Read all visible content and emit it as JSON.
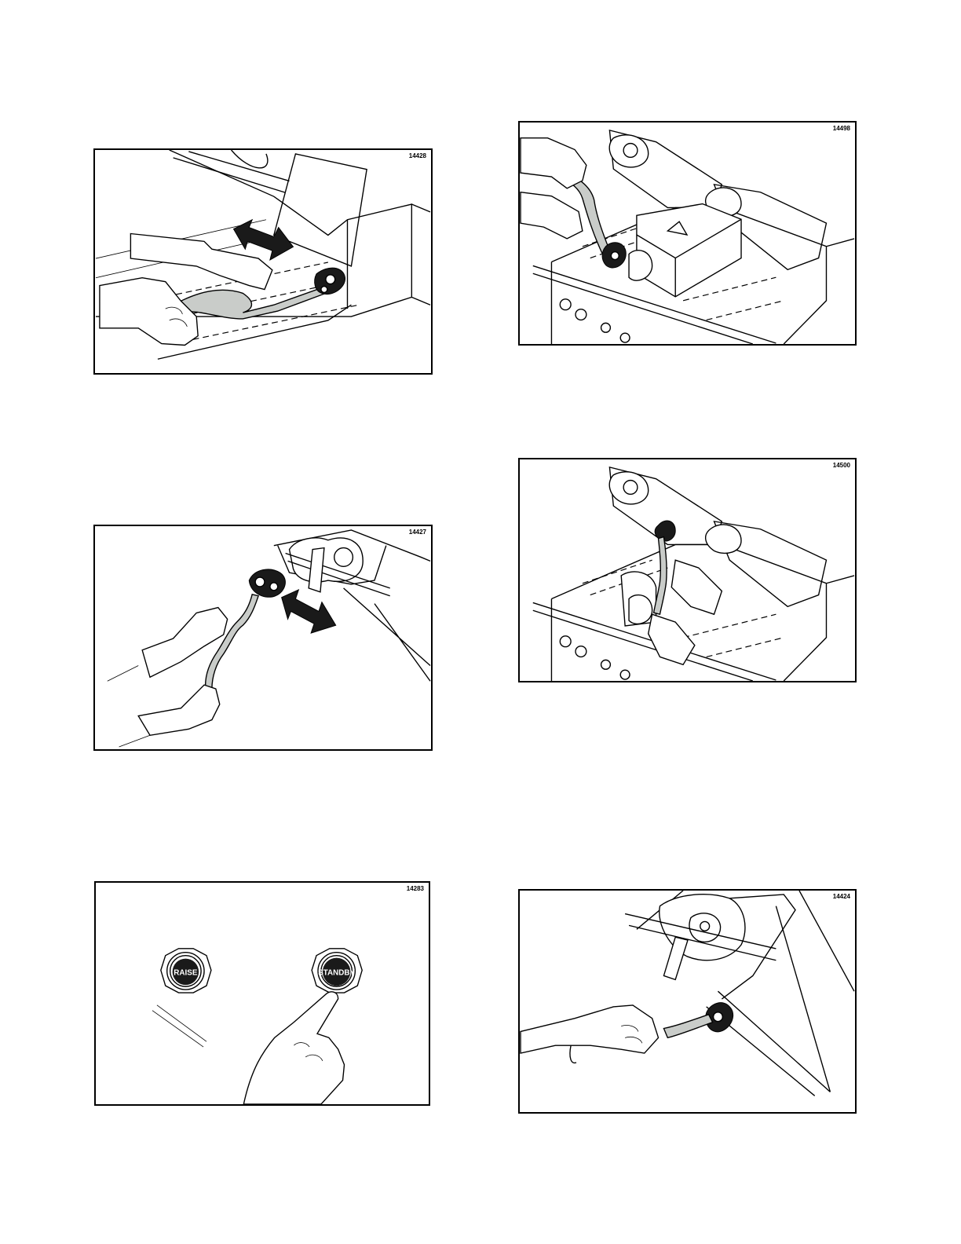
{
  "figures": [
    {
      "id": "14428",
      "subject": "tool-wrench-hands-arrow"
    },
    {
      "id": "14498",
      "subject": "tool-lifting-heater-assembly"
    },
    {
      "id": "14427",
      "subject": "tool-wrench-hands-arrow"
    },
    {
      "id": "14500",
      "subject": "tool-lowering-heater-assembly"
    },
    {
      "id": "14283",
      "subject": "control-buttons"
    },
    {
      "id": "14424",
      "subject": "tool-wrench-hand"
    }
  ],
  "buttons": {
    "raise_label": "RAISE",
    "standby_label": "STANDBY"
  },
  "colors": {
    "tool_fill": "#c9ccc9",
    "button_face": "#1a1a1a",
    "outline": "#000000"
  }
}
